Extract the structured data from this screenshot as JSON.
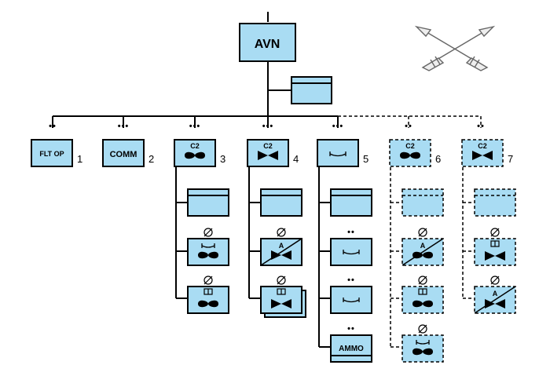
{
  "colors": {
    "fill": "#a9dcf3",
    "stroke": "#000000",
    "background": "#ffffff"
  },
  "hq": {
    "label": "AVN"
  },
  "columns": [
    {
      "unit_label": "FLT OP",
      "number": "1",
      "echelon": "••",
      "dashed": false,
      "icons": []
    },
    {
      "unit_label": "COMM",
      "number": "2",
      "echelon": "•••",
      "dashed": false,
      "icons": []
    },
    {
      "unit_label": "C2",
      "number": "3",
      "echelon": "•••",
      "dashed": false,
      "icons": [
        "bowtie-rotary"
      ]
    },
    {
      "unit_label": "C2",
      "number": "4",
      "echelon": "•••",
      "dashed": false,
      "icons": [
        "bowtie-fixed"
      ]
    },
    {
      "unit_label": "",
      "number": "5",
      "echelon": "•••",
      "dashed": false,
      "icons": [
        "brace-horizontal"
      ]
    },
    {
      "unit_label": "C2",
      "number": "6",
      "echelon": "••",
      "dashed": true,
      "icons": [
        "bowtie-rotary"
      ]
    },
    {
      "unit_label": "C2",
      "number": "7",
      "echelon": "••",
      "dashed": true,
      "icons": [
        "bowtie-fixed"
      ]
    }
  ],
  "subunits": {
    "col3": [
      "headquarters-box",
      "utility-rotary",
      "cargo-rotary"
    ],
    "col4": [
      "headquarters-box",
      "attack-fixed",
      "cargo-fixed-stacked"
    ],
    "col5": [
      "headquarters-box",
      "maintenance",
      "maintenance",
      "ammo"
    ],
    "col6": [
      "headquarters-box",
      "attack-rotary",
      "cargo-rotary",
      "utility-rotary"
    ],
    "col7": [
      "headquarters-box",
      "cargo-fixed",
      "attack-fixed"
    ]
  },
  "echelon_small": "••",
  "attack_marker": "A",
  "ammo_label": "AMMO",
  "insignia": "crossed-arrows-icon"
}
